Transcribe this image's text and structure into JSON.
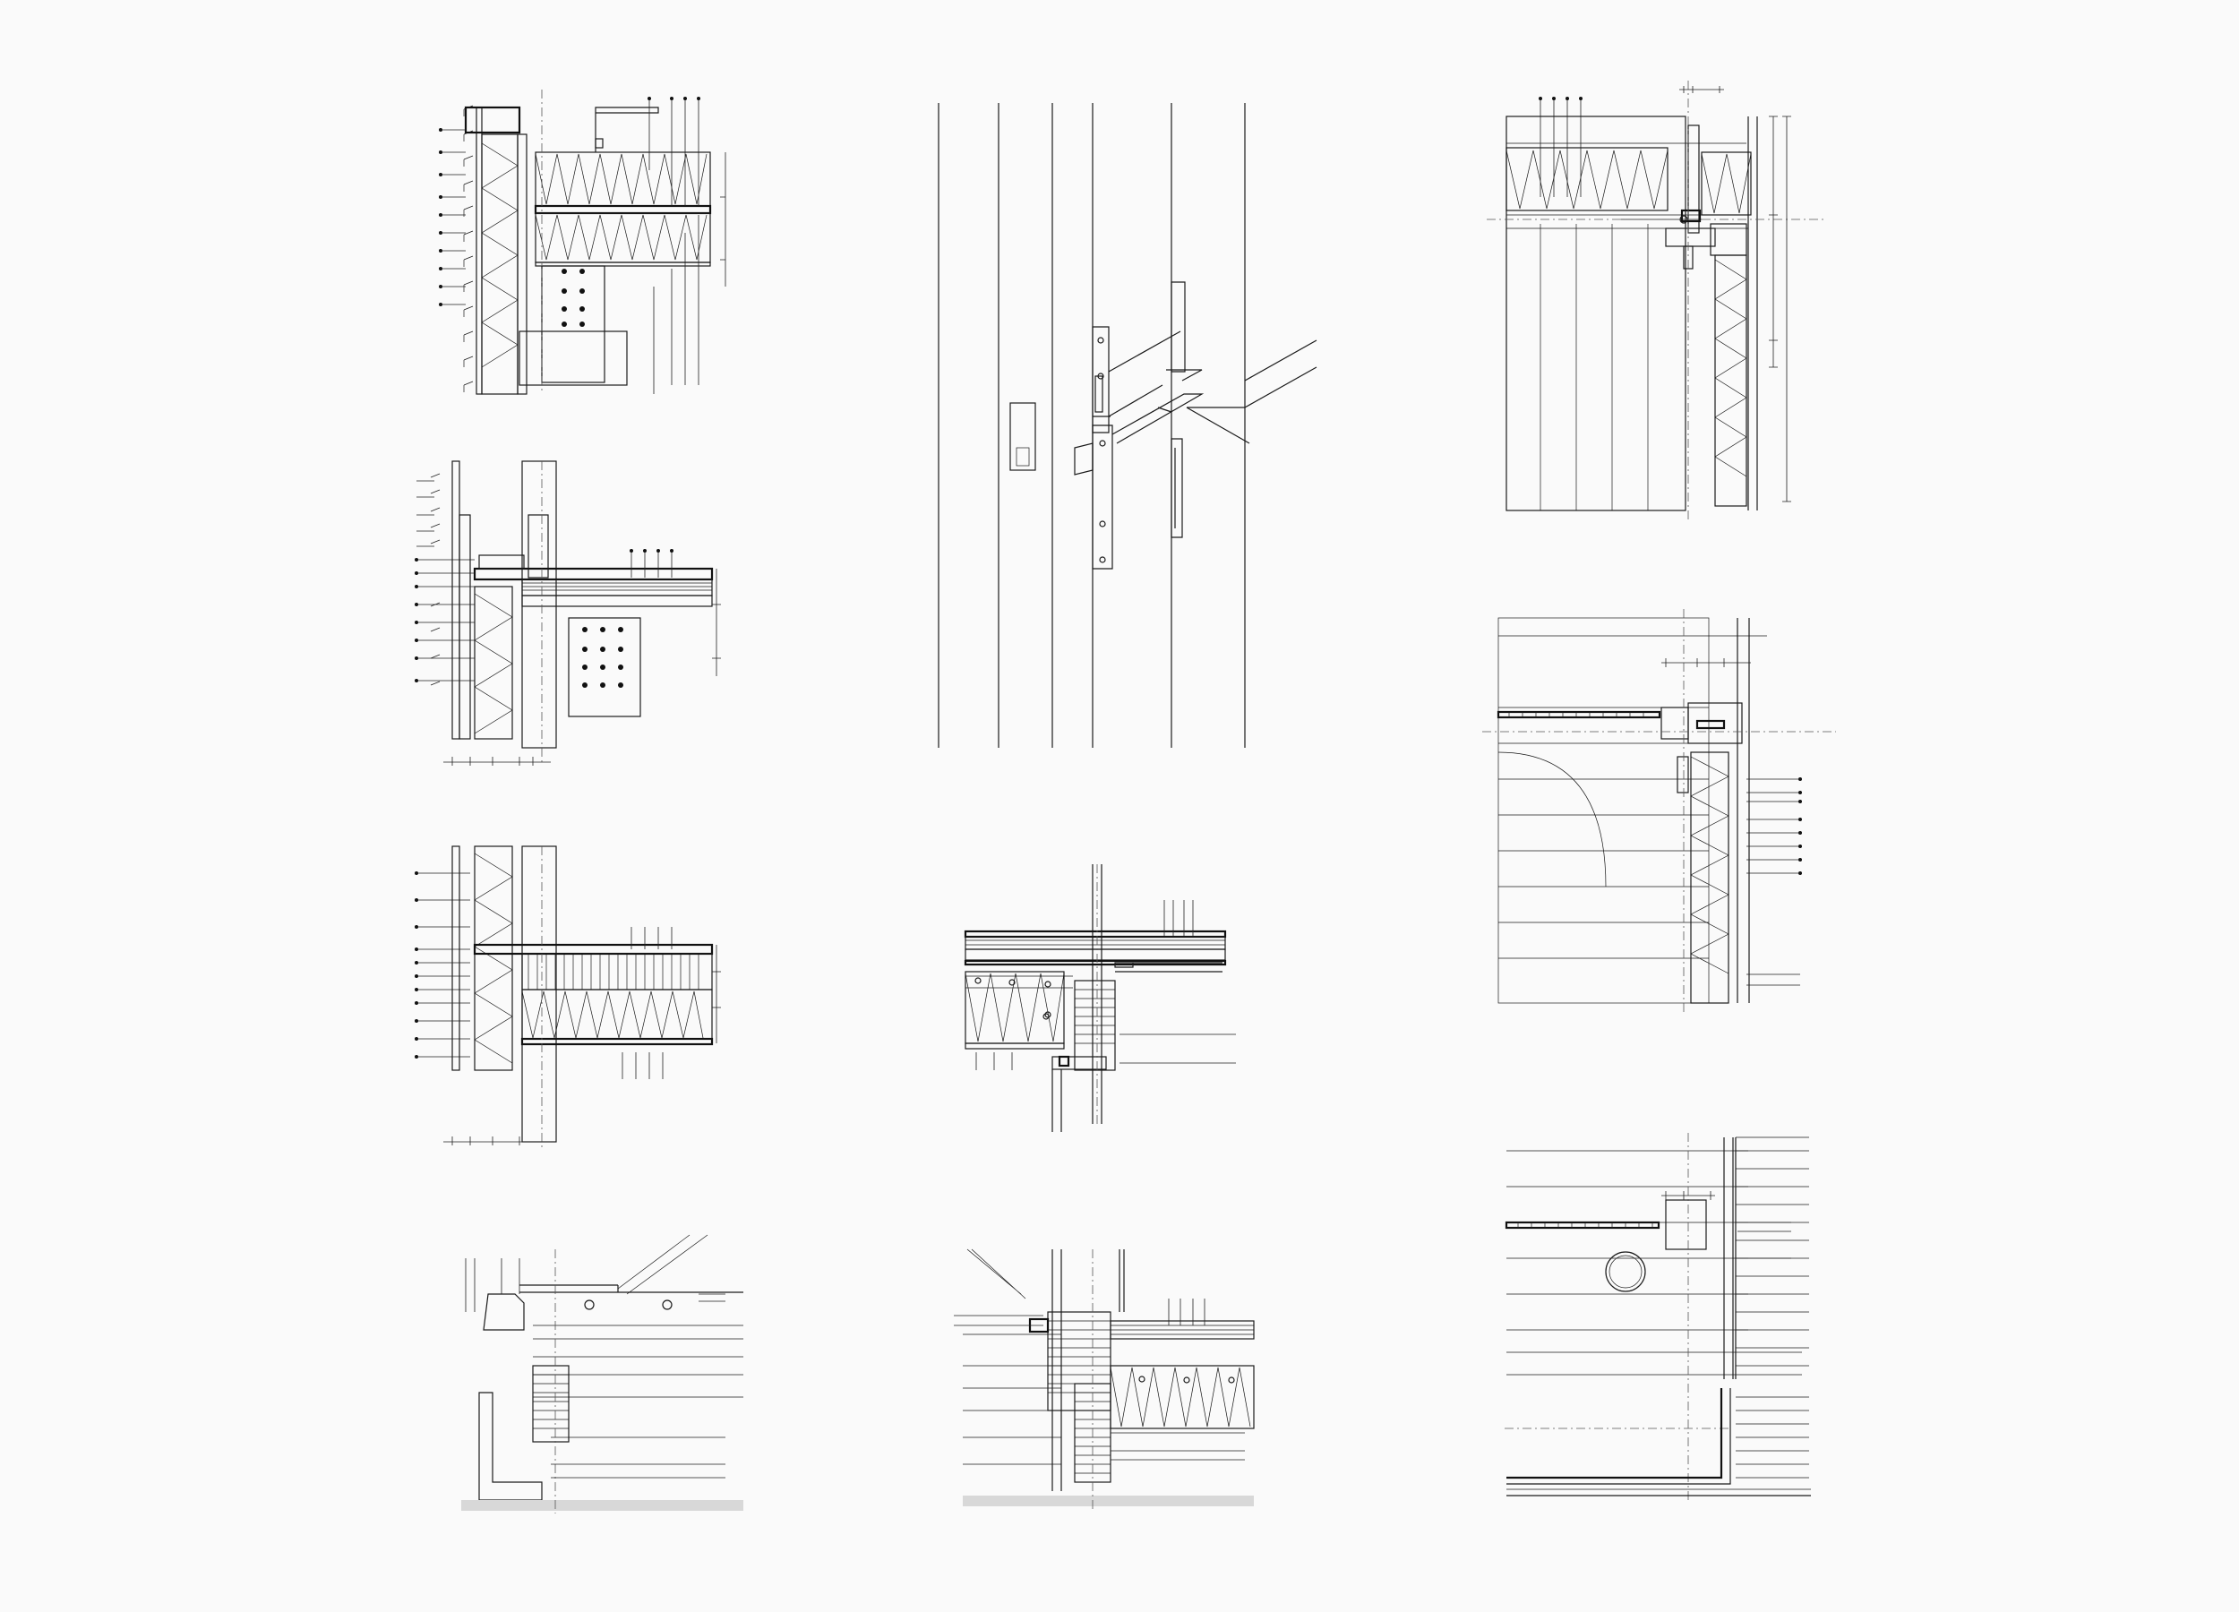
{
  "sheet": {
    "background": "#fafafa",
    "line_color": "#1a1a1a"
  },
  "details": [
    {
      "id": "roof-eave-section"
    },
    {
      "id": "upper-floor-junction-section"
    },
    {
      "id": "floor-edge-section"
    },
    {
      "id": "threshold-terrace-section"
    },
    {
      "id": "door-hardware-isometric"
    },
    {
      "id": "interior-floor-wall-junction"
    },
    {
      "id": "floor-threshold-section"
    },
    {
      "id": "window-head-plan-detail"
    },
    {
      "id": "window-sill-plan-detail"
    },
    {
      "id": "corner-plan-detail"
    }
  ]
}
